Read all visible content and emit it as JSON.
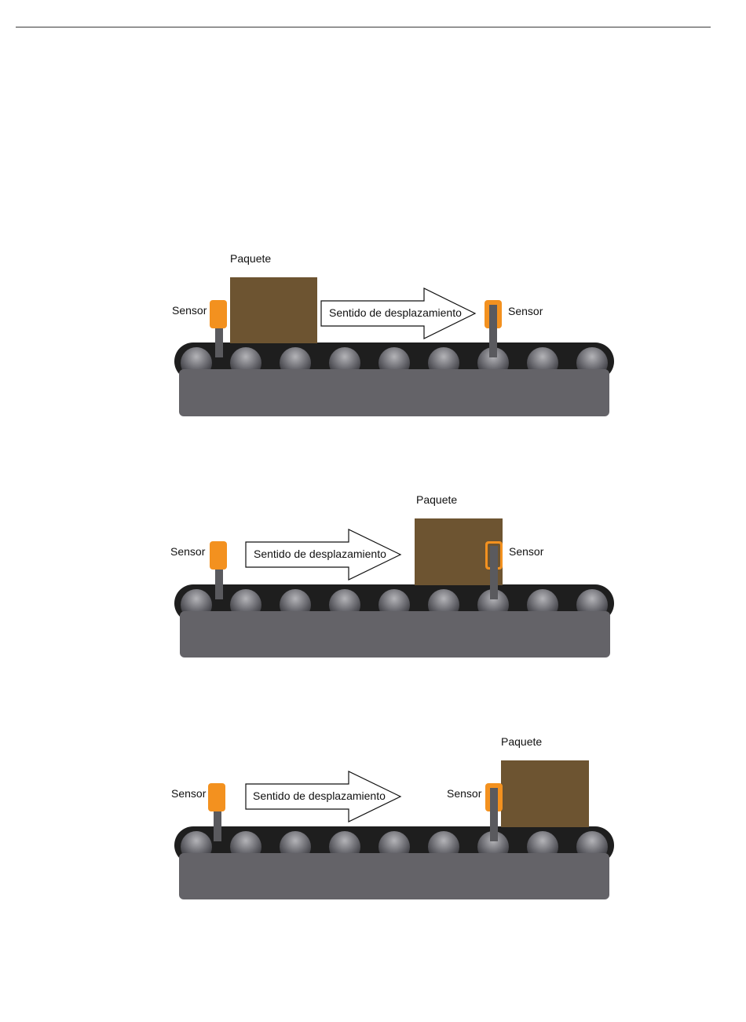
{
  "colors": {
    "conveyor_body": "#646368",
    "belt": "#1e1e1e",
    "roller_light": "#a9a9ad",
    "roller_dark": "#3f3f44",
    "package": "#6d5431",
    "sensor": "#f3911f",
    "sensor_pole": "#5a5a5e",
    "arrow_fill": "#ffffff",
    "arrow_stroke": "#111111"
  },
  "panels": [
    {
      "package_label": "Paquete",
      "left_sensor_label": "Sensor",
      "right_sensor_label": "Sensor",
      "arrow_label": "Sentido de desplazamiento",
      "package_position": "between-sensors-left",
      "right_sensor_state": "clear"
    },
    {
      "package_label": "Paquete",
      "left_sensor_label": "Sensor",
      "right_sensor_label": "Sensor",
      "arrow_label": "Sentido de desplazamiento",
      "package_position": "at-right-sensor",
      "right_sensor_state": "blocked"
    },
    {
      "package_label": "Paquete",
      "left_sensor_label": "Sensor",
      "right_sensor_label": "Sensor",
      "arrow_label": "Sentido de desplazamiento",
      "package_position": "past-right-sensor",
      "right_sensor_state": "clear"
    }
  ]
}
